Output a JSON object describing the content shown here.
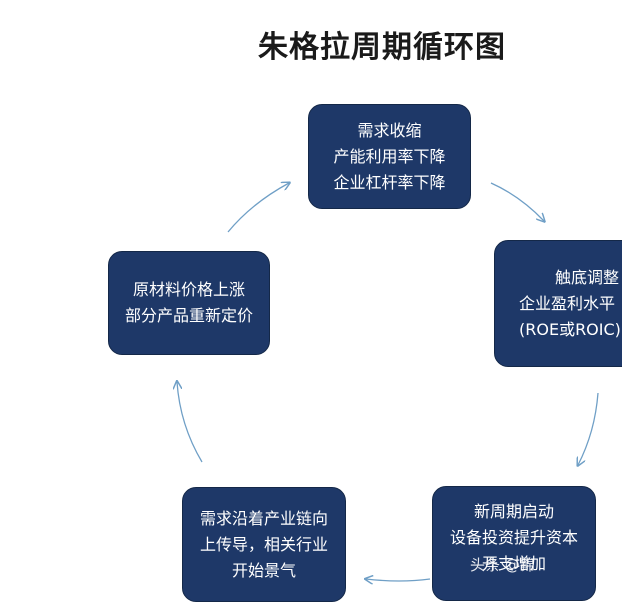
{
  "title": "朱格拉周期循环图",
  "nodes": [
    {
      "lines": [
        "需求收缩",
        "产能利用率下降",
        "企业杠杆率下降"
      ]
    },
    {
      "lines": [
        "触底调整",
        "企业盈利水平",
        "(ROE或ROIC)"
      ]
    },
    {
      "lines": [
        "新周期启动",
        "设备投资提升资本",
        "开支增加"
      ]
    },
    {
      "lines": [
        "需求沿着产业链向",
        "上传导，相关行业",
        "开始景气"
      ]
    },
    {
      "lines": [
        "原材料价格上涨",
        "部分产品重新定价"
      ]
    }
  ],
  "watermark": "头条 @锦",
  "colors": {
    "node_fill": "#1e3868",
    "node_text": "#ffffff",
    "arrow": "#6f9fc6",
    "title": "#1a1a1a"
  }
}
